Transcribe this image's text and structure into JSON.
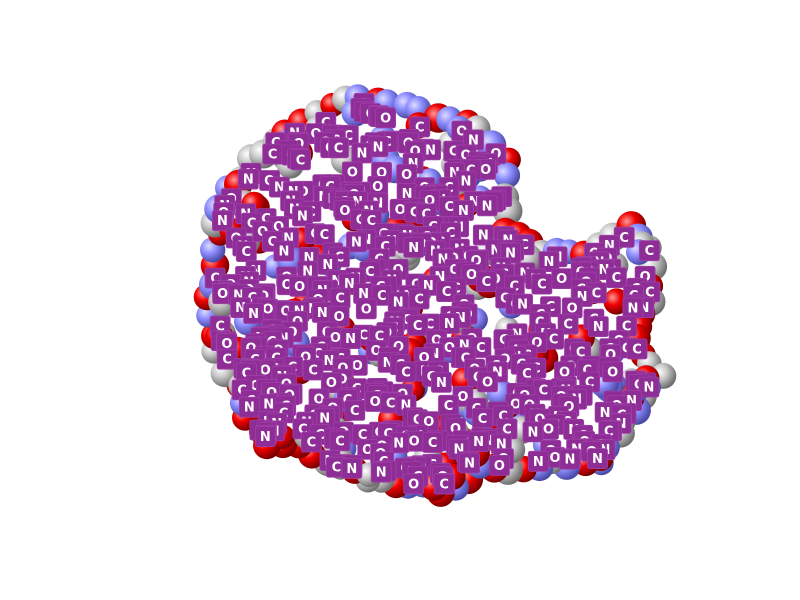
{
  "molecule": {
    "style": "space-filling",
    "element_colors": {
      "C": "#c8c8c8",
      "N": "#8f8fff",
      "O": "#f00000"
    },
    "label_background": "#8e2d96",
    "label_text_color": "#ffffff",
    "label_elements": [
      "C",
      "N",
      "O"
    ]
  }
}
